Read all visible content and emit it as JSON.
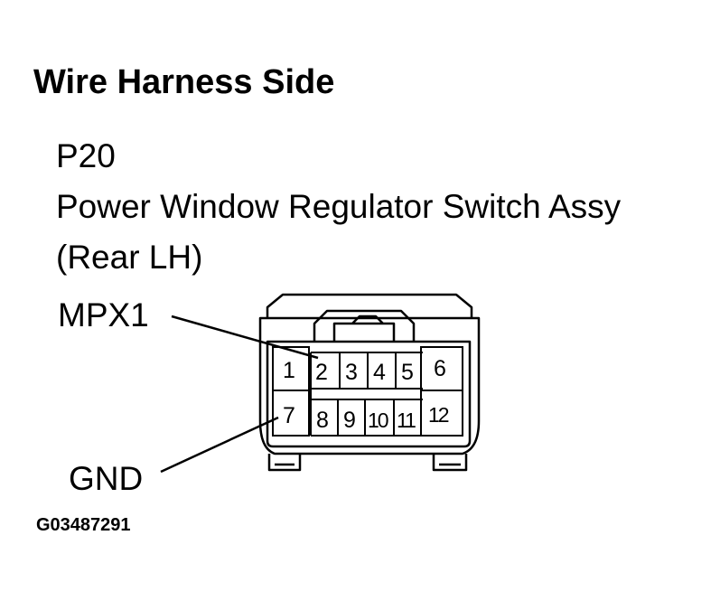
{
  "title": "Wire Harness Side",
  "connector": {
    "code": "P20",
    "name_line1": "Power Window Regulator Switch Assy",
    "name_line2": "(Rear LH)"
  },
  "callouts": {
    "mpx1": "MPX1",
    "gnd": "GND"
  },
  "figure_id": "G03487291",
  "pins": {
    "p1": "1",
    "p2": "2",
    "p3": "3",
    "p4": "4",
    "p5": "5",
    "p6": "6",
    "p7": "7",
    "p8": "8",
    "p9": "9",
    "p10": "10",
    "p11": "11",
    "p12": "12"
  }
}
